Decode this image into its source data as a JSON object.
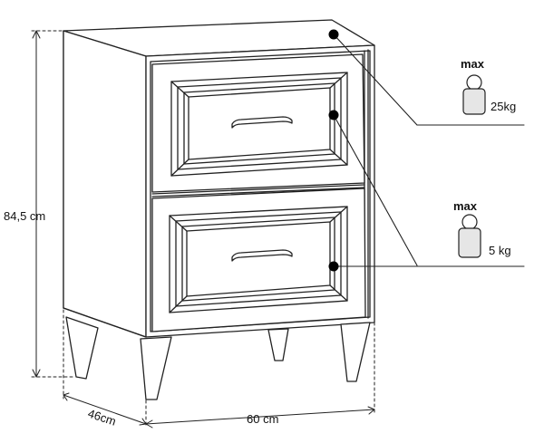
{
  "dimensions": {
    "height": "84,5 cm",
    "depth": "46cm",
    "width": "60 cm"
  },
  "load_top": {
    "label": "max",
    "value": "25kg",
    "icon": "weight-icon"
  },
  "load_drawer": {
    "label": "max",
    "value": "5 kg",
    "icon": "weight-icon"
  },
  "colors": {
    "line": "#222222",
    "panel": "#ffffff",
    "weight_body": "#e6e6e6"
  }
}
